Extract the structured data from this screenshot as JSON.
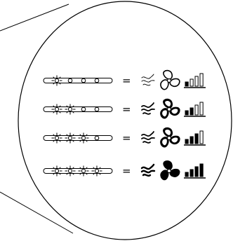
{
  "figure": {
    "kind": "fan-speed-indicator-legend",
    "colors": {
      "stroke": "#000000",
      "background": "#ffffff",
      "active_bar": "#000000",
      "inactive_bar": "#ffffff"
    }
  },
  "rows": [
    {
      "level": 1,
      "lit_leds": 1,
      "total_leds": 4,
      "equals": "=",
      "wind_strength": 1,
      "filled_bars": 1,
      "total_bars": 4,
      "fan_icon": "fan-icon-outline"
    },
    {
      "level": 2,
      "lit_leds": 2,
      "total_leds": 4,
      "equals": "=",
      "wind_strength": 2,
      "filled_bars": 2,
      "total_bars": 4,
      "fan_icon": "fan-icon-bold"
    },
    {
      "level": 3,
      "lit_leds": 3,
      "total_leds": 4,
      "equals": "=",
      "wind_strength": 2,
      "filled_bars": 3,
      "total_bars": 4,
      "fan_icon": "fan-icon-bold"
    },
    {
      "level": 4,
      "lit_leds": 4,
      "total_leds": 4,
      "equals": "=",
      "wind_strength": 3,
      "filled_bars": 4,
      "total_bars": 4,
      "fan_icon": "fan-icon-solid"
    }
  ]
}
